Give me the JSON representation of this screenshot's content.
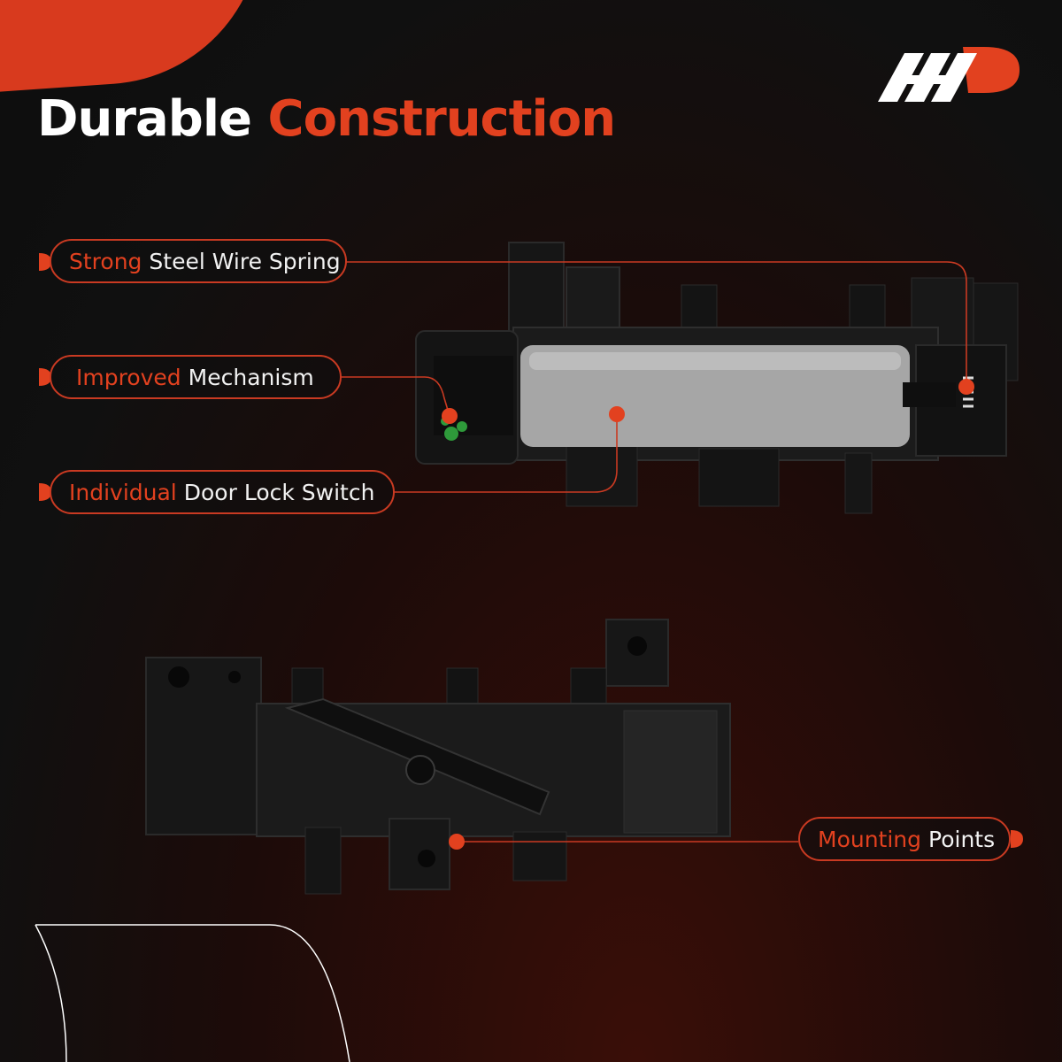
{
  "header": {
    "title_white": "Durable",
    "title_red": "Construction"
  },
  "logo": {
    "name": "brand-logo-icon"
  },
  "callouts": {
    "spring": {
      "accent": "Strong",
      "text": "Steel Wire Spring"
    },
    "mechanism": {
      "accent": "Improved",
      "text": "Mechanism"
    },
    "switch": {
      "accent": "Individual",
      "text": "Door Lock Switch"
    },
    "mounting": {
      "accent": "Mounting",
      "text": "Points"
    }
  },
  "colors": {
    "accent": "#e2411f",
    "background": "#101010",
    "handle_gray": "#a6a6a6",
    "plastic_black": "#1a1a1a"
  }
}
